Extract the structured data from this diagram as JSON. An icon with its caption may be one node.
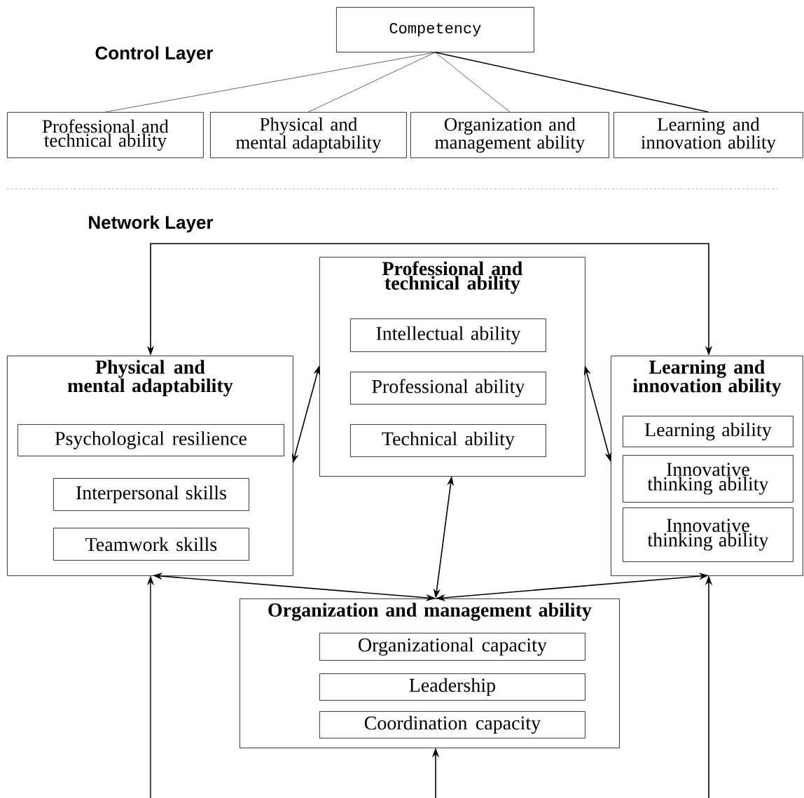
{
  "diagram": {
    "nodes": [
      {
        "text": [
          "Competency"
        ]
      },
      {
        "text": [
          "Professional and technical ability"
        ]
      },
      {
        "text": [
          "Physical and mental adaptability"
        ]
      },
      {
        "text": [
          "Organization and management ability"
        ]
      },
      {
        "text": [
          "Learning and innovation ability"
        ]
      },
      {
        "text": [
          "Professional and technical ability"
        ]
      },
      {
        "text": [
          "Intellectual ability"
        ],
        "in": 5
      },
      {
        "text": [
          "Professional ability"
        ],
        "in": 5
      },
      {
        "text": [
          "Technical ability"
        ],
        "in": 5
      },
      {
        "text": [
          "Physical and mental adaptability"
        ]
      },
      {
        "text": [
          "Psychological resilience"
        ],
        "in": 9
      },
      {
        "text": [
          "Interpersonal skills"
        ],
        "in": 9
      },
      {
        "text": [
          "Teamwork skills"
        ],
        "in": 9
      },
      {
        "text": [
          "Learning and innovation ability"
        ]
      },
      {
        "text": [
          "Learning ability"
        ],
        "in": 13
      },
      {
        "text": [
          "Innovative thinking ability"
        ],
        "in": 13
      },
      {
        "text": [
          "Innovative thinking ability"
        ],
        "in": 13
      },
      {
        "text": [
          "Organization and management ability"
        ]
      },
      {
        "text": [
          "Organizational capacity"
        ],
        "in": 17
      },
      {
        "text": [
          "Leadership"
        ],
        "in": 17
      },
      {
        "text": [
          "Coordination capacity"
        ],
        "in": 17
      }
    ],
    "edges": [
      {
        "from": 0,
        "to": 1,
        "arrow": "none"
      },
      {
        "from": 0,
        "to": 2,
        "arrow": "none"
      },
      {
        "from": 0,
        "to": 3,
        "arrow": "none"
      },
      {
        "from": 0,
        "to": 4,
        "arrow": "none"
      },
      {
        "from": 9,
        "to": 13,
        "arrow": "both"
      },
      {
        "from": 9,
        "to": 5,
        "arrow": "both"
      },
      {
        "from": 5,
        "to": 13,
        "arrow": "both"
      },
      {
        "from": 5,
        "to": 17,
        "arrow": "both"
      },
      {
        "from": 9,
        "to": 17,
        "arrow": "both"
      },
      {
        "from": 13,
        "to": 17,
        "arrow": "both"
      },
      {
        "from": null,
        "to": 9,
        "arrow": "to"
      },
      {
        "from": null,
        "to": 17,
        "arrow": "to"
      },
      {
        "from": null,
        "to": 13,
        "arrow": "to"
      }
    ],
    "labels": [
      "Control Layer",
      "Network Layer"
    ]
  }
}
